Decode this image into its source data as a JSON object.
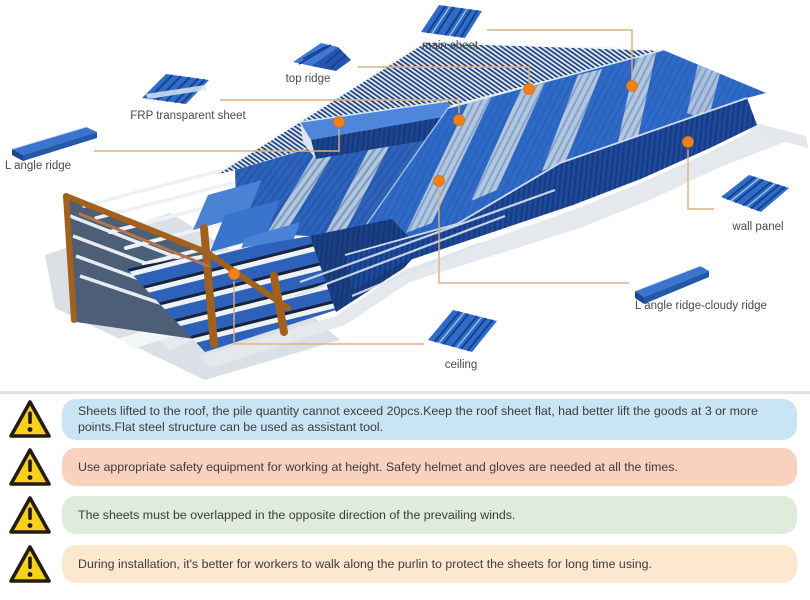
{
  "diagram": {
    "callouts": [
      {
        "id": "main-sheet",
        "label": "main sheet"
      },
      {
        "id": "top-ridge",
        "label": "top ridge"
      },
      {
        "id": "frp",
        "label": "FRP transparent sheet"
      },
      {
        "id": "l-angle-ridge",
        "label": "L angle ridge"
      },
      {
        "id": "wall-panel",
        "label": "wall panel"
      },
      {
        "id": "cloudy-ridge",
        "label": "L angle ridge-cloudy ridge"
      },
      {
        "id": "ceiling",
        "label": "ceiling"
      }
    ],
    "icons": {
      "callout_marker": "orange-dot",
      "component_icons": [
        "main-sheet-icon",
        "top-ridge-icon",
        "frp-sheet-icon",
        "l-angle-ridge-icon",
        "wall-panel-icon",
        "cloudy-ridge-icon",
        "ceiling-icon"
      ]
    },
    "colors": {
      "roof_blue": "#2f6bc6",
      "roof_blue_left": "#2d63ba",
      "roof_dark_wall": "#1d4a9e",
      "skylight_stripe": "#c3d2e2",
      "frame_brown": "#a2601d",
      "leader_line": "#dcb183",
      "marker_orange": "#f08019",
      "shadow_gray": "#dde2e8"
    }
  },
  "warnings": [
    {
      "icon": "warning-triangle-icon",
      "bg": "#c9e4f5",
      "text": "Sheets lifted to the roof, the pile quantity cannot exceed 20pcs.Keep the roof sheet flat, had better lift the goods at 3 or more points.Flat steel structure can be used as assistant tool."
    },
    {
      "icon": "warning-triangle-icon",
      "bg": "#f8d2bf",
      "text": "Use appropriate safety equipment for working at height. Safety helmet and gloves are needed at all the times."
    },
    {
      "icon": "warning-triangle-icon",
      "bg": "#dfebdb",
      "text": "The sheets must be overlapped in the opposite direction of the prevailing winds."
    },
    {
      "icon": "warning-triangle-icon",
      "bg": "#fce8cf",
      "text": "During installation, it's better for workers to walk along the purlin to protect the sheets for long time using."
    }
  ]
}
